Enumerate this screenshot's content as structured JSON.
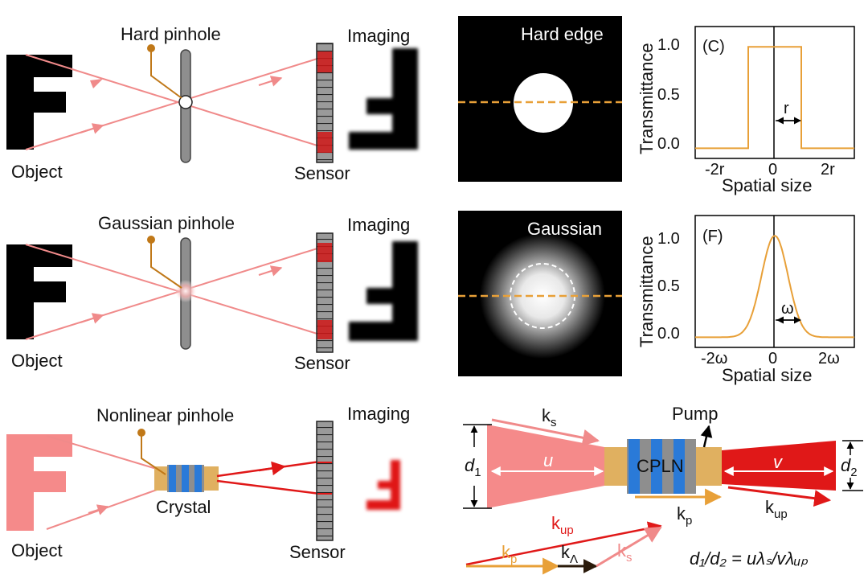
{
  "labels": {
    "object": "Object",
    "sensor": "Sensor",
    "imaging": "Imaging",
    "hard_pinhole": "Hard pinhole",
    "gaussian_pinhole": "Gaussian pinhole",
    "nonlinear_pinhole": "Nonlinear pinhole",
    "crystal": "Crystal",
    "hard_edge": "Hard edge",
    "gaussian": "Gaussian",
    "pump": "Pump",
    "cpln": "CPLN",
    "d1": "d",
    "d1_sub": "1",
    "d2": "d",
    "d2_sub": "2",
    "u": "u",
    "v": "v",
    "ks": "k",
    "ks_sub": "s",
    "kup": "k",
    "kup_sub": "up",
    "kp": "k",
    "kp_sub": "p",
    "klambda": "k",
    "klambda_sub": "Λ",
    "equation": "d₁/d₂ = uλₛ/vλᵤₚ"
  },
  "colors": {
    "ray": "#f08a8a",
    "red": "#e01818",
    "pink": "#f58a8a",
    "orange": "#e8a038",
    "stem": "#c07818",
    "crystal_tan": "#e0b060",
    "crystal_blue": "#2a7ad8",
    "gray": "#8e8e8e"
  },
  "chart_data": [
    {
      "type": "line",
      "panel": "(C)",
      "ylabel": "Transmittance",
      "xlabel": "Spatial size",
      "xticks": [
        "-2r",
        "0",
        "2r"
      ],
      "yticks": [
        "0.0",
        "0.5",
        "1.0"
      ],
      "xlim": [
        -3,
        3
      ],
      "ylim": [
        -0.1,
        1.2
      ],
      "annotation": "r",
      "series": [
        {
          "x": [
            -3,
            -1,
            -1,
            1,
            1,
            3
          ],
          "y": [
            0,
            0,
            1,
            1,
            0,
            0
          ]
        }
      ]
    },
    {
      "type": "line",
      "panel": "(F)",
      "ylabel": "Transmittance",
      "xlabel": "Spatial size",
      "xticks": [
        "-2ω",
        "0",
        "2ω"
      ],
      "yticks": [
        "0.0",
        "0.5",
        "1.0"
      ],
      "xlim": [
        -3,
        3
      ],
      "ylim": [
        -0.1,
        1.2
      ],
      "annotation": "ω",
      "series": [
        {
          "function": "gaussian",
          "x_start": -3,
          "x_end": 3,
          "sigma": 0.5,
          "peak": 1.0
        }
      ]
    }
  ]
}
